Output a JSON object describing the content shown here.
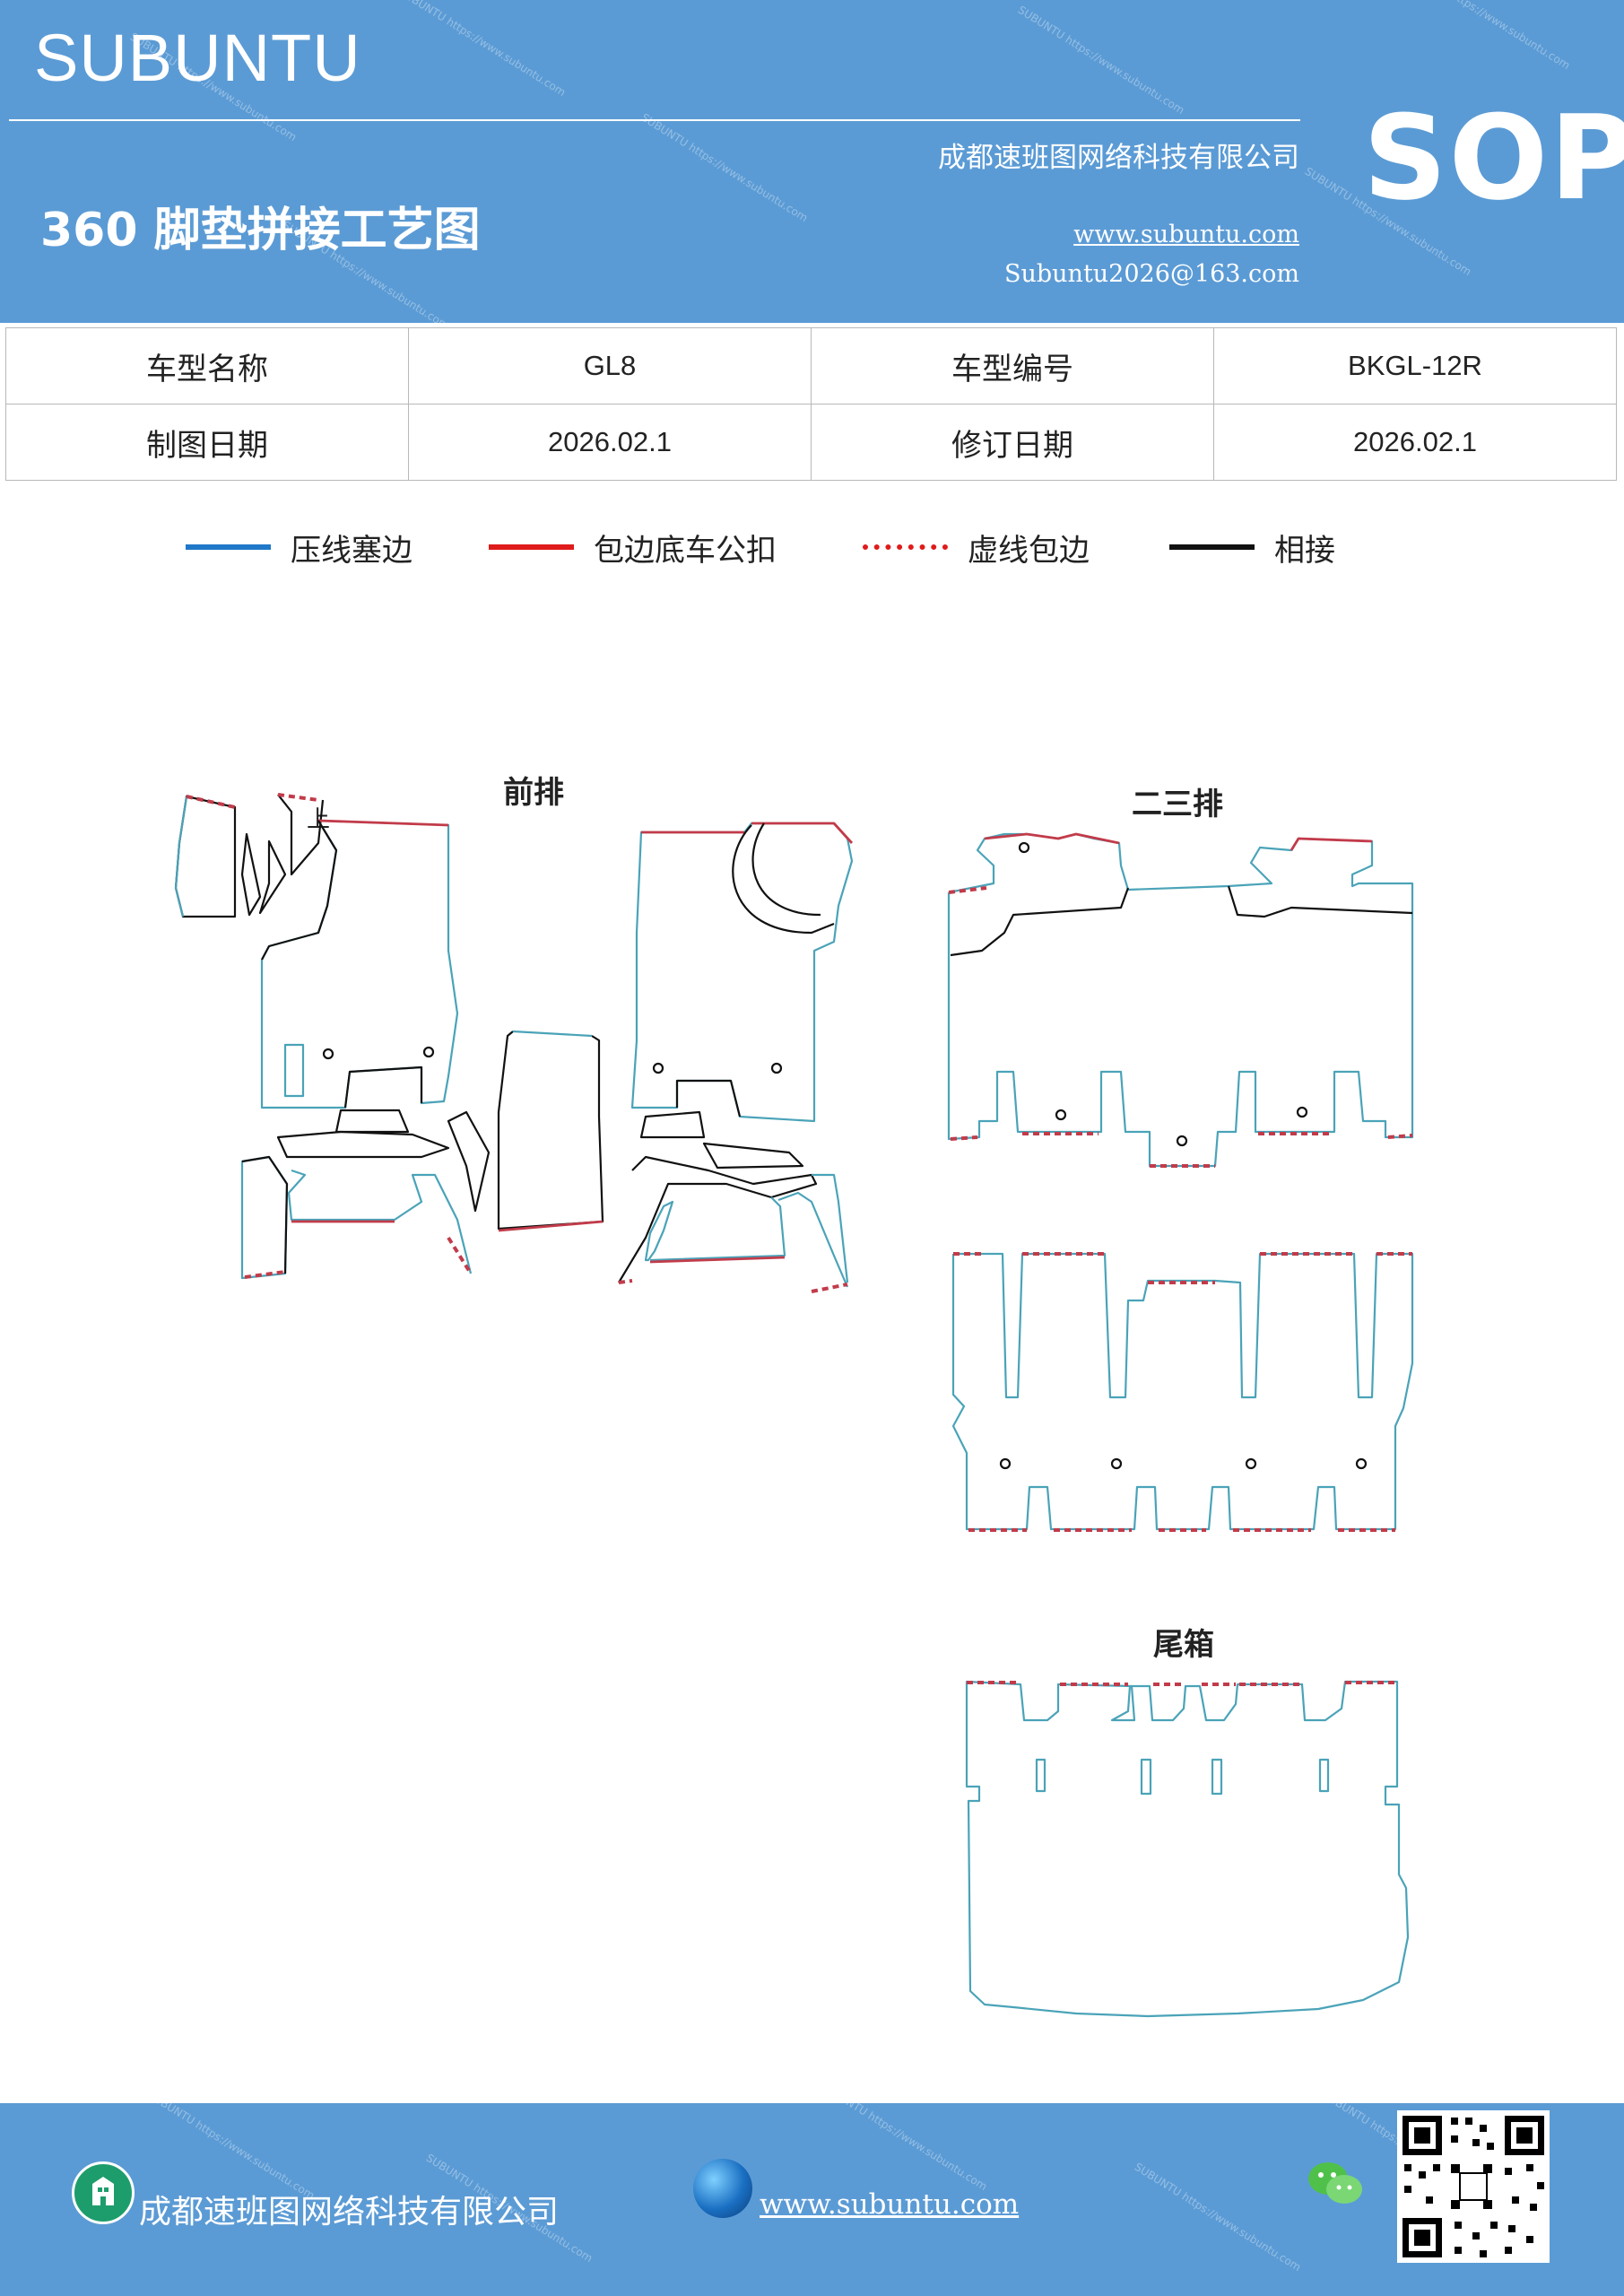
{
  "header": {
    "brand": "SUBUNTU",
    "company": "成都速班图网络科技有限公司",
    "title": "360 脚垫拼接工艺图",
    "website": "www.subuntu.com",
    "email": "Subuntu2026@163.com",
    "sop": "SOP"
  },
  "info_table": {
    "rows": [
      [
        "车型名称",
        "GL8",
        "车型编号",
        "BKGL-12R"
      ],
      [
        "制图日期",
        "2026.02.1",
        "修订日期",
        "2026.02.1"
      ]
    ]
  },
  "legend": [
    {
      "label": "压线塞边",
      "color": "#1f78c8",
      "style": "solid"
    },
    {
      "label": "包边底车公扣",
      "color": "#e01b1b",
      "style": "solid"
    },
    {
      "label": "虚线包边",
      "color": "#e01b1b",
      "style": "dotted"
    },
    {
      "label": "相接",
      "color": "#111111",
      "style": "solid"
    }
  ],
  "sections": {
    "front": "前排",
    "second_third": "二三排",
    "trunk": "尾箱",
    "marker": "上"
  },
  "footer": {
    "company": "成都速班图网络科技有限公司",
    "website": "www.subuntu.com"
  },
  "icons": {
    "company": "building-icon",
    "website": "globe-icon",
    "wechat": "wechat-icon",
    "qr": "qr-code-icon"
  }
}
